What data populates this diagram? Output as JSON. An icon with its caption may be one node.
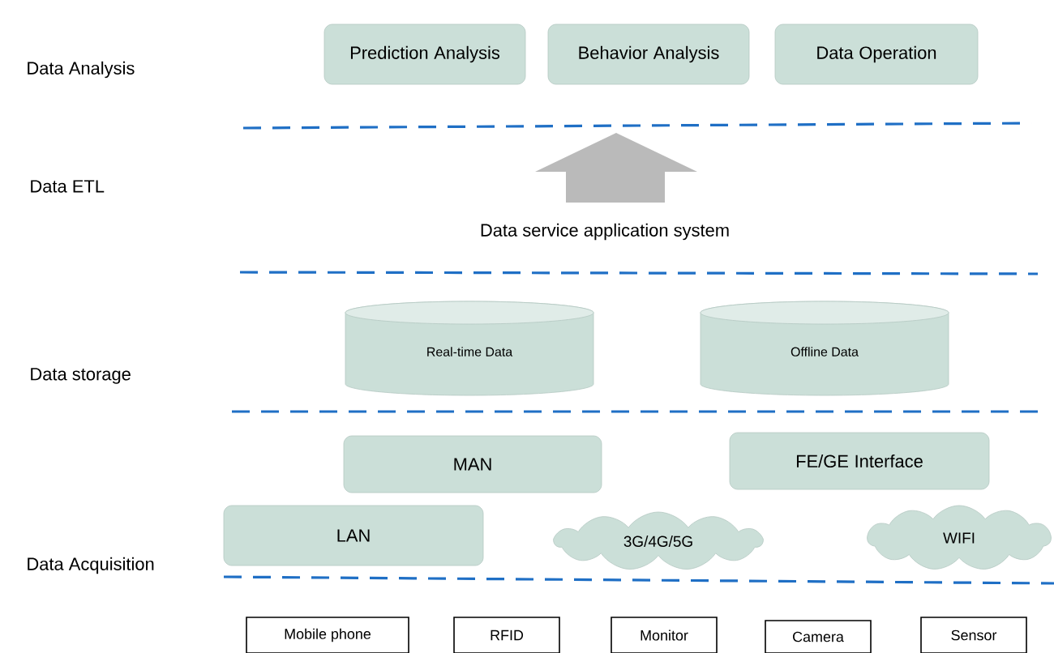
{
  "diagram": {
    "nodes": [
      {
        "text": [
          "Prediction Analysis"
        ]
      },
      {
        "text": [
          "Behavior Analysis"
        ]
      },
      {
        "text": [
          "Data Operation"
        ]
      },
      {
        "text": [
          "Real-time Data"
        ]
      },
      {
        "text": [
          "Offline Data"
        ]
      },
      {
        "text": [
          "MAN"
        ]
      },
      {
        "text": [
          "FE/GE Interface"
        ]
      },
      {
        "text": [
          "LAN"
        ]
      },
      {
        "text": [
          "3G/4G/5G"
        ]
      },
      {
        "text": [
          "WIFI"
        ]
      },
      {
        "text": [
          "Mobile phone"
        ]
      },
      {
        "text": [
          "RFID"
        ]
      },
      {
        "text": [
          "Monitor"
        ]
      },
      {
        "text": [
          "Camera"
        ]
      },
      {
        "text": [
          "Sensor"
        ]
      }
    ],
    "labels": [
      "Data Analysis",
      "Data ETL",
      "Data service application system",
      "Data storage",
      "Data Acquisition"
    ]
  }
}
